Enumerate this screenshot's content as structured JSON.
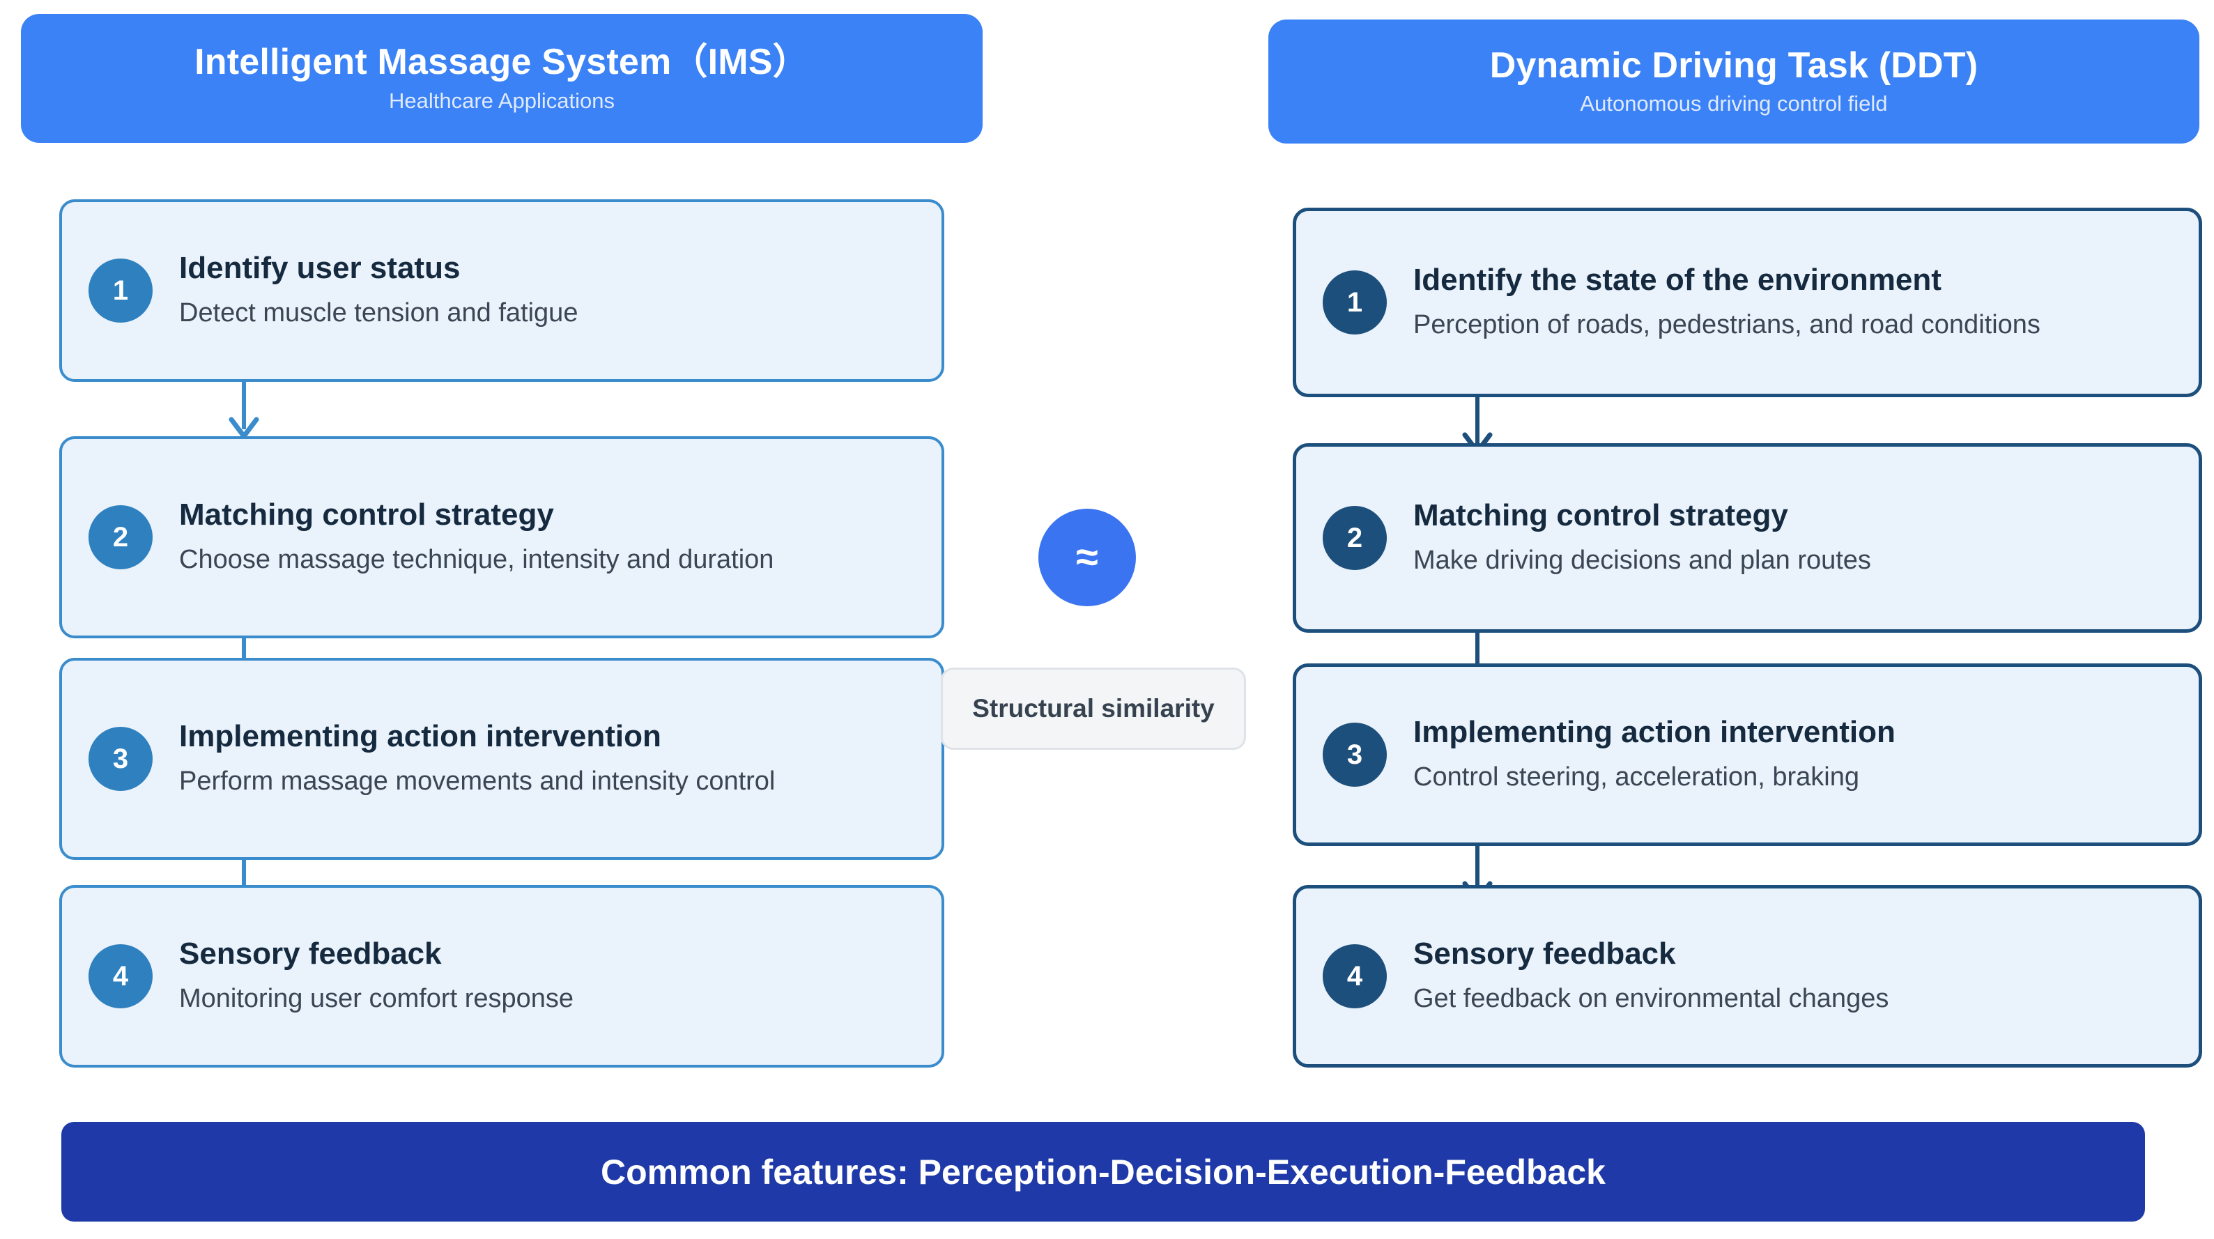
{
  "colors": {
    "header_blue": "#3b82f6",
    "left_accent": "#2e80bf",
    "right_accent": "#1d4f7c",
    "card_bg": "#eaf2fb",
    "banner_blue": "#1f3aa8",
    "sim_badge_blue": "#3b74f0"
  },
  "columns": {
    "left": {
      "header": {
        "title": "Intelligent Massage System（IMS）",
        "subtitle": "Healthcare Applications"
      },
      "steps": [
        {
          "number": "1",
          "title": "Identify user status",
          "desc": "Detect muscle tension and fatigue"
        },
        {
          "number": "2",
          "title": "Matching control strategy",
          "desc": "Choose massage technique, intensity and duration"
        },
        {
          "number": "3",
          "title": "Implementing action intervention",
          "desc": "Perform massage movements and intensity control"
        },
        {
          "number": "4",
          "title": "Sensory feedback",
          "desc": "Monitoring user comfort response"
        }
      ]
    },
    "right": {
      "header": {
        "title": "Dynamic Driving Task (DDT)",
        "subtitle": "Autonomous driving control field"
      },
      "steps": [
        {
          "number": "1",
          "title": "Identify the state of the environment",
          "desc": "Perception of roads, pedestrians, and road conditions"
        },
        {
          "number": "2",
          "title": "Matching control strategy",
          "desc": "Make driving decisions and plan routes"
        },
        {
          "number": "3",
          "title": "Implementing action intervention",
          "desc": "Control steering, acceleration, braking"
        },
        {
          "number": "4",
          "title": "Sensory feedback",
          "desc": "Get feedback on environmental changes"
        }
      ]
    }
  },
  "center": {
    "badge_symbol": "≈",
    "label": "Structural similarity"
  },
  "footer": {
    "banner_text": "Common features: Perception-Decision-Execution-Feedback"
  }
}
